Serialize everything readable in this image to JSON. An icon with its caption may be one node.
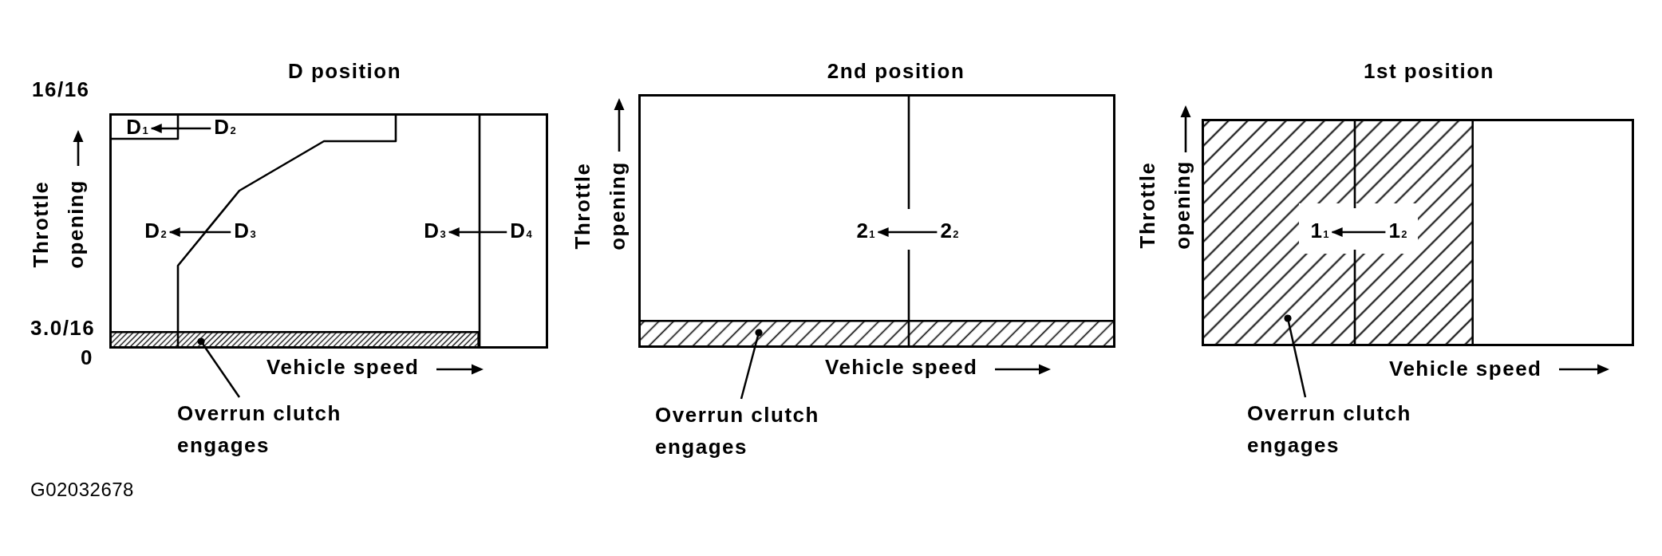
{
  "diagram": {
    "nodes": [
      {
        "text": [
          "D position"
        ]
      },
      {
        "text": [
          "D$_{1}$"
        ],
        "in": 0
      },
      {
        "text": [
          "D$_{2}$"
        ],
        "in": 0
      },
      {
        "text": [
          "D$_{2}$"
        ],
        "in": 0
      },
      {
        "text": [
          "D$_{3}$"
        ],
        "in": 0
      },
      {
        "text": [
          "D$_{3}$"
        ],
        "in": 0
      },
      {
        "text": [
          "D$_{4}$"
        ],
        "in": 0
      },
      {
        "text": [],
        "shape": "box",
        "in": 0
      },
      {
        "text": [
          "Overrun clutch engages"
        ]
      },
      {
        "text": [
          "2nd position"
        ]
      },
      {
        "text": [
          "2$_{1}$"
        ],
        "in": 9
      },
      {
        "text": [
          "2$_{2}$"
        ],
        "in": 9
      },
      {
        "text": [],
        "shape": "box",
        "in": 9
      },
      {
        "text": [
          "Overrun clutch engages"
        ]
      },
      {
        "text": [
          "1st position"
        ]
      },
      {
        "text": [],
        "shape": "box",
        "in": 14
      },
      {
        "text": [
          "1$_{1}$"
        ],
        "in": 15
      },
      {
        "text": [
          "1$_{2}$"
        ],
        "in": 15
      },
      {
        "text": [
          "Overrun clutch engages"
        ]
      }
    ],
    "edges": [
      {
        "from": 2,
        "to": 1,
        "arrow": "to"
      },
      {
        "from": 4,
        "to": 3,
        "arrow": "to"
      },
      {
        "from": 6,
        "to": 5,
        "arrow": "to"
      },
      {
        "from": 8,
        "to": 7,
        "arrow": "other"
      },
      {
        "from": 11,
        "to": 10,
        "arrow": "to"
      },
      {
        "from": 13,
        "to": 12,
        "arrow": "other"
      },
      {
        "from": 17,
        "to": 16,
        "arrow": "to"
      },
      {
        "from": 18,
        "to": 15,
        "arrow": "other"
      }
    ],
    "labels": [
      "16/16",
      "Throttle opening",
      "3.0/16",
      "0",
      "Vehicle speed",
      "Throttle opening",
      "Vehicle speed",
      "Throttle opening",
      "Vehicle speed",
      "G02032678"
    ]
  }
}
